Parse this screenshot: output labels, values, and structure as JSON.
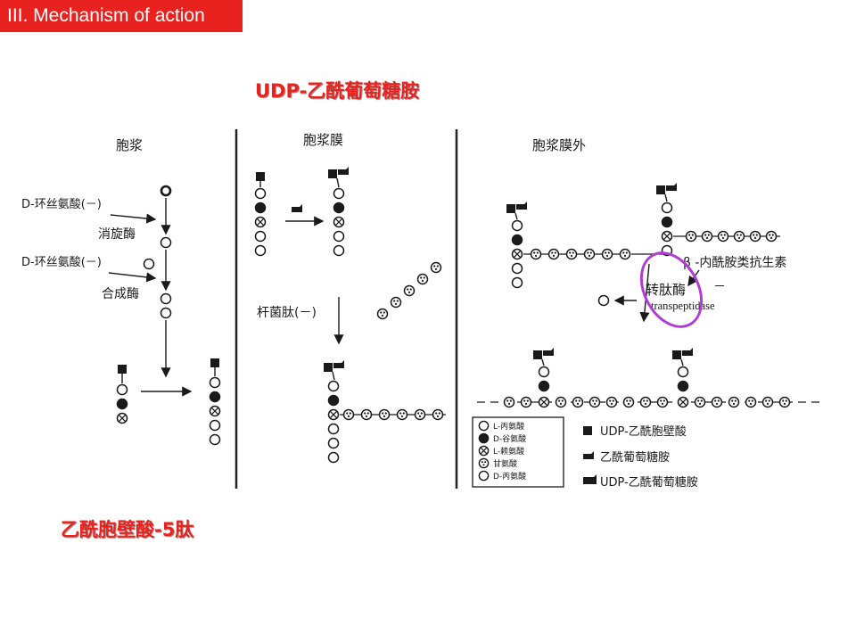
{
  "slide": {
    "section_title": "III. Mechanism of action",
    "label_top": "UDP-乙酰葡萄糖胺",
    "label_bottom": "乙酰胞壁酸-5肽"
  },
  "diagram": {
    "regions": {
      "cytoplasm": "胞浆",
      "membrane": "胞浆膜",
      "outside": "胞浆膜外"
    },
    "cytoplasm": {
      "inhibitor_1": "D-环丝氨酸(－)",
      "enzyme_1": "消旋酶",
      "inhibitor_2": "D-环丝氨酸(－)",
      "enzyme_2": "合成酶"
    },
    "membrane": {
      "inhibitor": "杆菌肽(－)"
    },
    "outside": {
      "antibiotic": "β -内酰胺类抗生素",
      "enzyme_cn": "转肽酶",
      "enzyme_en": "transpeptidase",
      "minus": "－"
    },
    "legend": {
      "symbols": [
        "L-丙氨酸",
        "D-谷氨酸",
        "L-赖氨酸",
        "甘氨酸",
        "D-丙氨酸"
      ],
      "squares": [
        "UDP-乙酰胞壁酸",
        "乙酰葡萄糖胺",
        "UDP-乙酰葡萄糖胺"
      ]
    },
    "colors": {
      "highlight_circle": "#b43ad8",
      "accent": "#e8231f"
    }
  }
}
